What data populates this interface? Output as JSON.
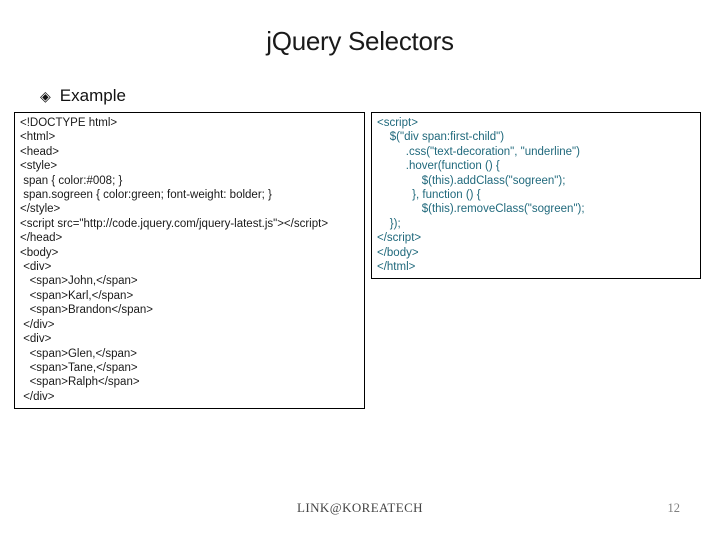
{
  "slide": {
    "title": "jQuery Selectors",
    "example": {
      "bullet_icon": "◈",
      "label": "Example"
    },
    "code_left": "<!DOCTYPE html>\n<html>\n<head>\n<style>\n span { color:#008; }\n span.sogreen { color:green; font-weight: bolder; }\n</style>\n<script src=\"http://code.jquery.com/jquery-latest.js\"></script>\n</head>\n<body>\n <div>\n   <span>John,</span>\n   <span>Karl,</span>\n   <span>Brandon</span>\n </div>\n <div>\n   <span>Glen,</span>\n   <span>Tane,</span>\n   <span>Ralph</span>\n </div>",
    "code_right": "<script>\n    $(\"div span:first-child\")\n         .css(\"text-decoration\", \"underline\")\n         .hover(function () {\n              $(this).addClass(\"sogreen\");\n           }, function () {\n              $(this).removeClass(\"sogreen\");\n    });\n</script>\n</body>\n</html>",
    "footer": {
      "affiliation": "LINK@KOREATECH",
      "page_number": "12"
    },
    "colors": {
      "code_left_text": "#1a1a1a",
      "code_right_text": "#20697c",
      "footer_text": "#444444",
      "page_number_text": "#808080"
    }
  }
}
